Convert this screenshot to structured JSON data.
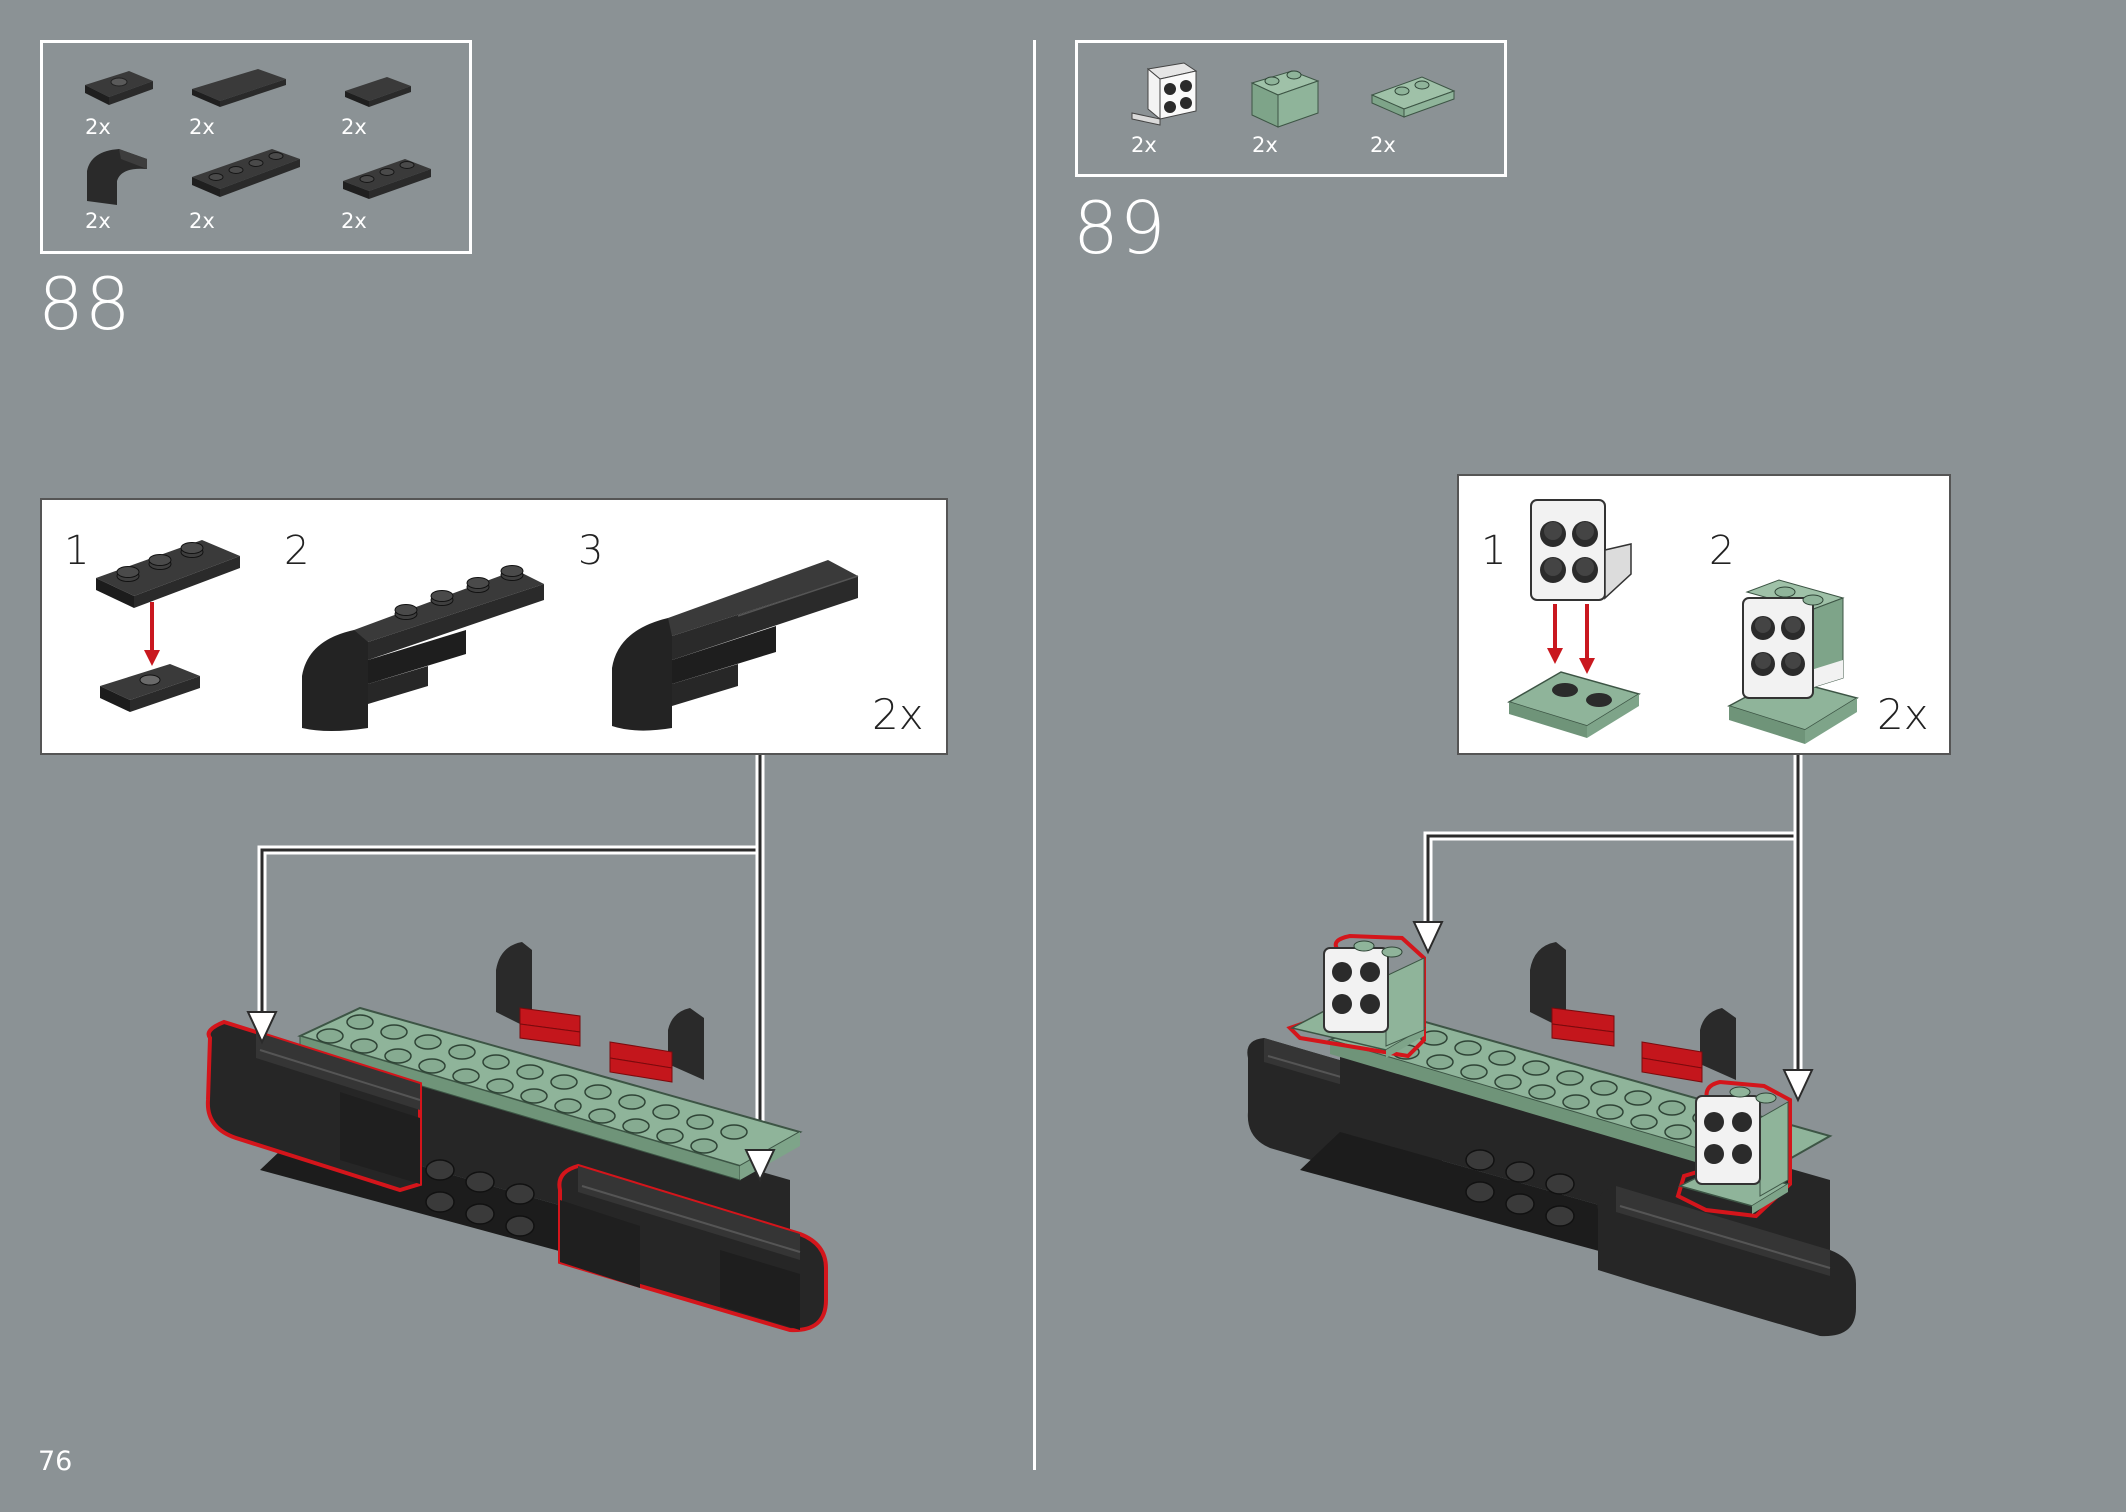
{
  "page": {
    "number": "76"
  },
  "colors": {
    "background": "#8b9295",
    "dark_brick": "#2b2b2b",
    "sand_green": "#8fb49a",
    "white_brick": "#f2f2f2",
    "highlight": "#d4151b",
    "arrow_red": "#c9181f"
  },
  "step88": {
    "number": "88",
    "parts": [
      {
        "icon": "jumper-plate-1x2-icon",
        "qty": "2x"
      },
      {
        "icon": "tile-1x4-icon",
        "qty": "2x"
      },
      {
        "icon": "tile-1x2-icon",
        "qty": "2x"
      },
      {
        "icon": "curved-slope-icon",
        "qty": "2x"
      },
      {
        "icon": "plate-1x4-icon",
        "qty": "2x"
      },
      {
        "icon": "plate-1x3-icon",
        "qty": "2x"
      }
    ],
    "substeps": [
      {
        "label": "1"
      },
      {
        "label": "2"
      },
      {
        "label": "3"
      }
    ],
    "multiplier": "2x"
  },
  "step89": {
    "number": "89",
    "parts": [
      {
        "icon": "bracket-white-icon",
        "qty": "2x"
      },
      {
        "icon": "brick-sand-green-icon",
        "qty": "2x"
      },
      {
        "icon": "plate-sand-green-icon",
        "qty": "2x"
      }
    ],
    "substeps": [
      {
        "label": "1"
      },
      {
        "label": "2"
      }
    ],
    "multiplier": "2x"
  }
}
